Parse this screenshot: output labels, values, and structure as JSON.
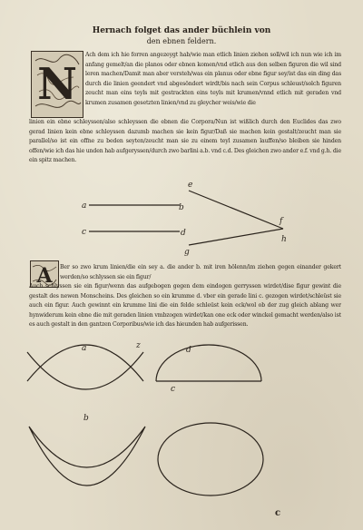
{
  "heading": {
    "line1": "Hernach folget das ander büchlein von",
    "line2": "den ebnen feldern."
  },
  "paragraph1": {
    "initial": "N",
    "lead": "Ach dem ich hie forren angezeygt hab/wie man etlich linien ziehen soll/wil ich nun wie ich im anfang gemelt/an die planos oder ebnen komen/vnd etlich aus den selben figuren die wil sind leren machen/Damit man aber versteh/was ein planus oder ebne figur sey/ist das ein ding das durch die linien geendert vnd abgesöndert wirdt/bis nach sein Corpus schleust/solch figuren zeucht man eins teyls mit gestrackten eins teyls mit krumen/vnnd etlich mit geraden vnd krumen zusamen gesetzten linien/vnd zu gleycher weis/wie die",
    "rest": "linien ein ebne schleyssen/also schleyssen die ebnen die Corpora/Nun ist wißlich durch den Euclides das zwo gerad linien kein ebne schleyssen dazumb machen sie kein figur/Daß sie machen kein gestalt/zeucht man sie parallel/so ist ein offne zu beden seyten/zeucht man sie zu einem teyl zusamen lauffen/so bleiben sie hinden offen/wie ich das hie unden hab aufgeryssen/durch zwo barlini a.b. vnd c.d. Des gleichen zwo ander e.f. vnd g.h. die ein spitz machen."
  },
  "paragraph2": {
    "initial": "A",
    "lead": "Ber so zwo krum linien/die ein sey a. die ander b. mit iren hölenn/im ziehen gegen einander gekert werden/so schlyssen sie ein figur/",
    "rest": "Auch schlyssen sie ein figur/wenn das aufgebogen gegen dem eindogen gerryssen wirdet/dise figur gewint die gestalt des newen Monscheins. Des gleichen so ein krumme d. vber ein gerade lini c. gezogen wirdet/schleüst sie auch ein figur. Auch gewinnt ein krumme lini die ein felde schleüst kein eck/wol ob der zug gleich ablang wer hynwiderum kein ebne die mit geraden linien vmbzogen wirdet/kan one eck oder winckel gemacht werden/also ist es auch gestalt in den gantzen Corporibus/wie ich das hieunden hab aufgerissen."
  },
  "figure_labels": {
    "a": "a",
    "b": "b",
    "c": "c",
    "d": "d",
    "e": "e",
    "f": "f",
    "g": "g",
    "h": "h",
    "curve_a": "a",
    "curve_b": "z",
    "curve_d": "d",
    "curve_c": "c",
    "crescent_b": "b"
  },
  "signature": "c"
}
